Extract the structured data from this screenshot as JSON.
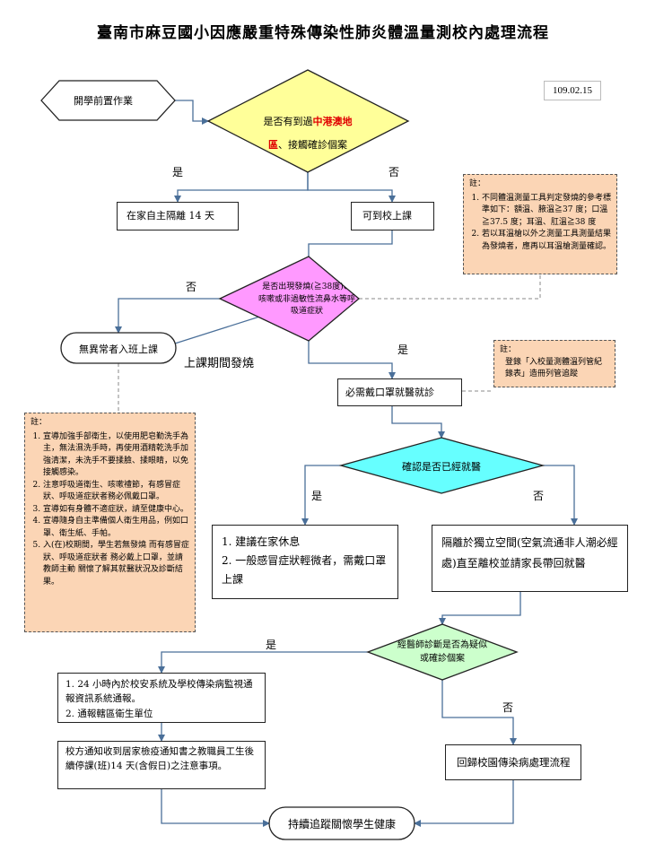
{
  "title": "臺南市麻豆國小因應嚴重特殊傳染性肺炎體溫量測校內處理流程",
  "date": "109.02.15",
  "start": "開學前置作業",
  "decision1": {
    "prefix": "是否有到過",
    "highlight": "中港澳地區",
    "suffix": "、接觸確診個案"
  },
  "decision1_yes": "是",
  "decision1_no": "否",
  "home_isolation": "在家自主隔離 14 天",
  "go_school": "可到校上課",
  "note1": {
    "heading": "註：",
    "items": [
      "不同體溫測量工具判定發燒的參考標準如下：額溫、腋溫≧37 度；口溫≧37.5 度；耳溫、肛溫≧38 度",
      "若以耳溫槍以外之測量工具測量結果為發燒者，應再以耳溫槍測量確認。"
    ]
  },
  "decision2": "是否出現發燒(≧38度)、咳嗽或非過敏性流鼻水等呼吸道症狀",
  "decision2_no": "否",
  "decision2_yes": "是",
  "normal_class": "無異常者入班上課",
  "fever_during_class": "上課期間發燒",
  "wear_mask": "必需戴口罩就醫就診",
  "note2": {
    "heading": "註：",
    "text": "登錄「入校量測體溫列管紀錄表」造冊列管追蹤"
  },
  "note3": {
    "heading": "註：",
    "items": [
      "宣導加強手部衛生，以使用肥皂勤洗手為主，無法濕洗手時，再使用酒精乾洗手加強清潔，未洗手不要揉臉、揉眼睛，以免接觸感染。",
      "注意呼吸道衛生、咳嗽禮節，有感冒症狀、呼吸道症狀者務必佩戴口罩。",
      "宣導如有身體不適症狀，請至健康中心。",
      "宣導隨身自主準備個人衛生用品，例如口罩、衛生紙、手帕。",
      "入(在)校期間，學生若無發燒 而有感冒症狀、呼吸道症狀者 務必戴上口罩，並請教師主動 關懷了解其就醫狀況及診斷結果。"
    ]
  },
  "decision3": "確認是否已經就醫",
  "decision3_yes": "是",
  "decision3_no": "否",
  "advice_box": {
    "line1": "1. 建議在家休息",
    "line2": "2. 一般感冒症狀輕微者，需戴口罩上課"
  },
  "isolate_box": "隔離於獨立空間(空氣流通非人潮必經處)直至離校並請家長帶回就醫",
  "decision4": "經醫師診斷是否為疑似或確診個案",
  "decision4_yes": "是",
  "decision4_no": "否",
  "report_box": {
    "line1": "1. 24 小時內於校安系統及學校傳染病監視通報資訊系統通報。",
    "line2": "2. 通報轄區衛生單位"
  },
  "notice_box": "校方通知收到居家檢疫通知書之教職員工生後續停課(班)14 天(含假日)之注意事項。",
  "return_box": "回歸校園傳染病處理流程",
  "end": "持續追蹤關懷學生健康",
  "colors": {
    "decision1": "#ffff99",
    "decision2": "#ff99ff",
    "decision3": "#66ffff",
    "decision4": "#ccffcc",
    "arrow": "#4a6f99",
    "note": "#fbd5b5"
  }
}
